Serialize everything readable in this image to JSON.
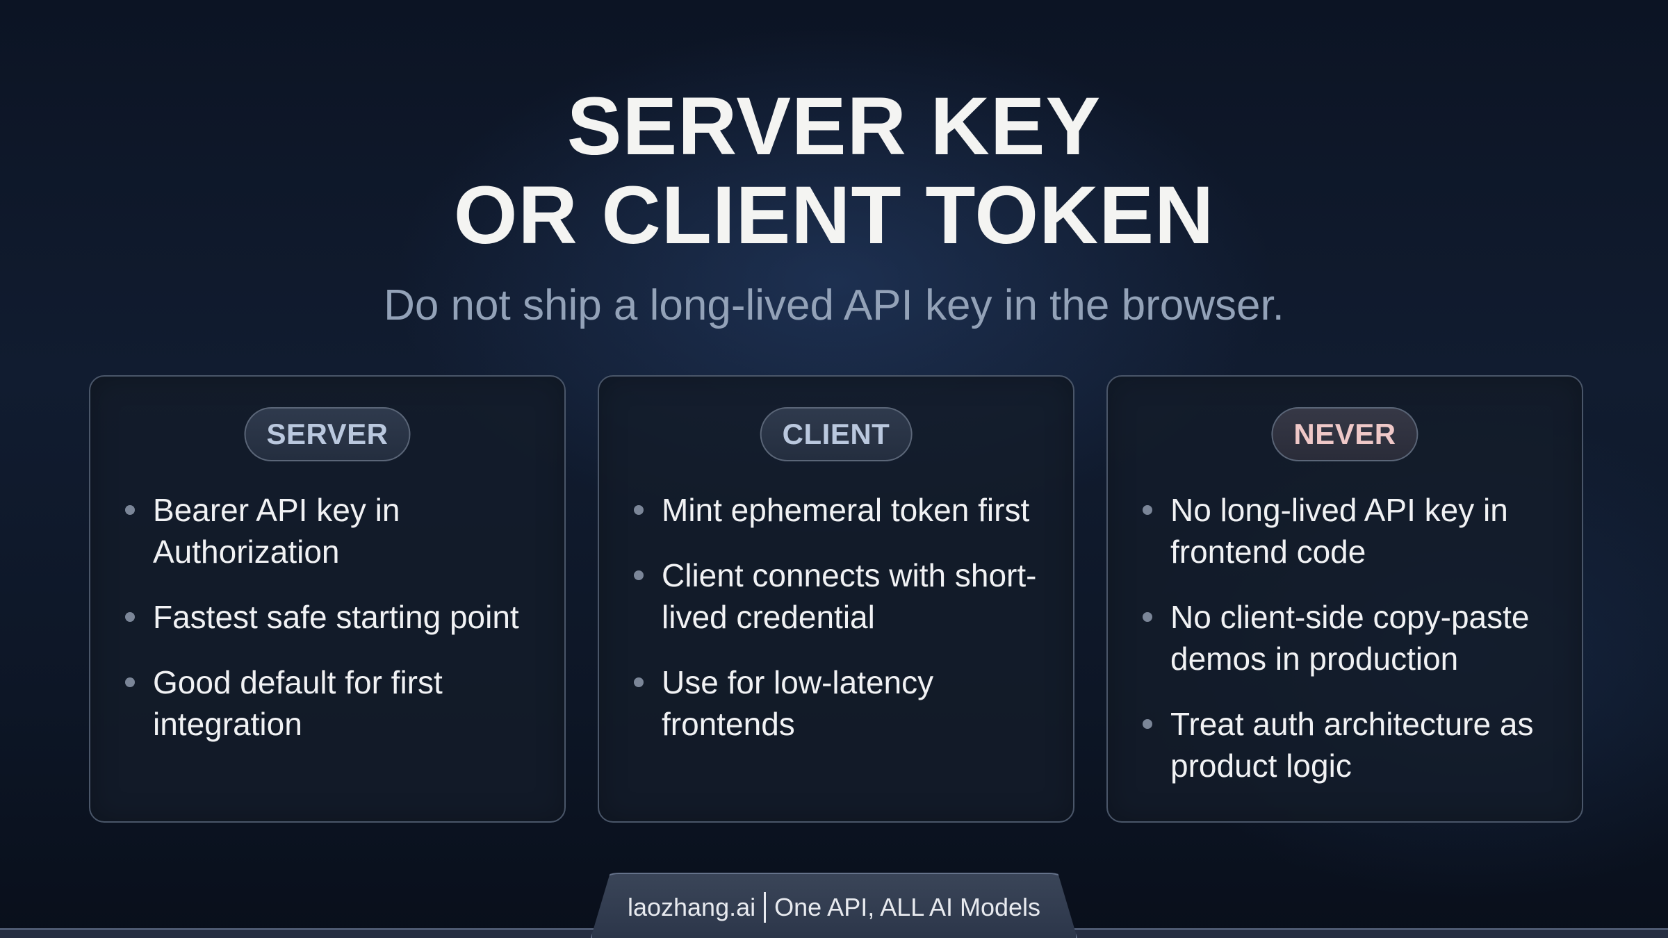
{
  "header": {
    "title_line1": "SERVER KEY",
    "title_line2": "OR CLIENT TOKEN",
    "subtitle": "Do not ship a long-lived API key in the browser."
  },
  "cards": [
    {
      "label": "SERVER",
      "label_color": "#bac8de",
      "bullets": [
        "Bearer API key in Authorization",
        "Fastest safe starting point",
        "Good default for first integration"
      ]
    },
    {
      "label": "CLIENT",
      "label_color": "#bac8de",
      "bullets": [
        "Mint ephemeral token first",
        "Client connects with short-lived credential",
        "Use for low-latency frontends"
      ]
    },
    {
      "label": "NEVER",
      "label_color": "#efc8c8",
      "bullets": [
        "No long-lived API key in frontend code",
        "No client-side copy-paste demos in production",
        "Treat auth architecture as product logic"
      ]
    }
  ],
  "footer": {
    "brand": "laozhang.ai",
    "tagline": "One API, ALL AI Models"
  }
}
